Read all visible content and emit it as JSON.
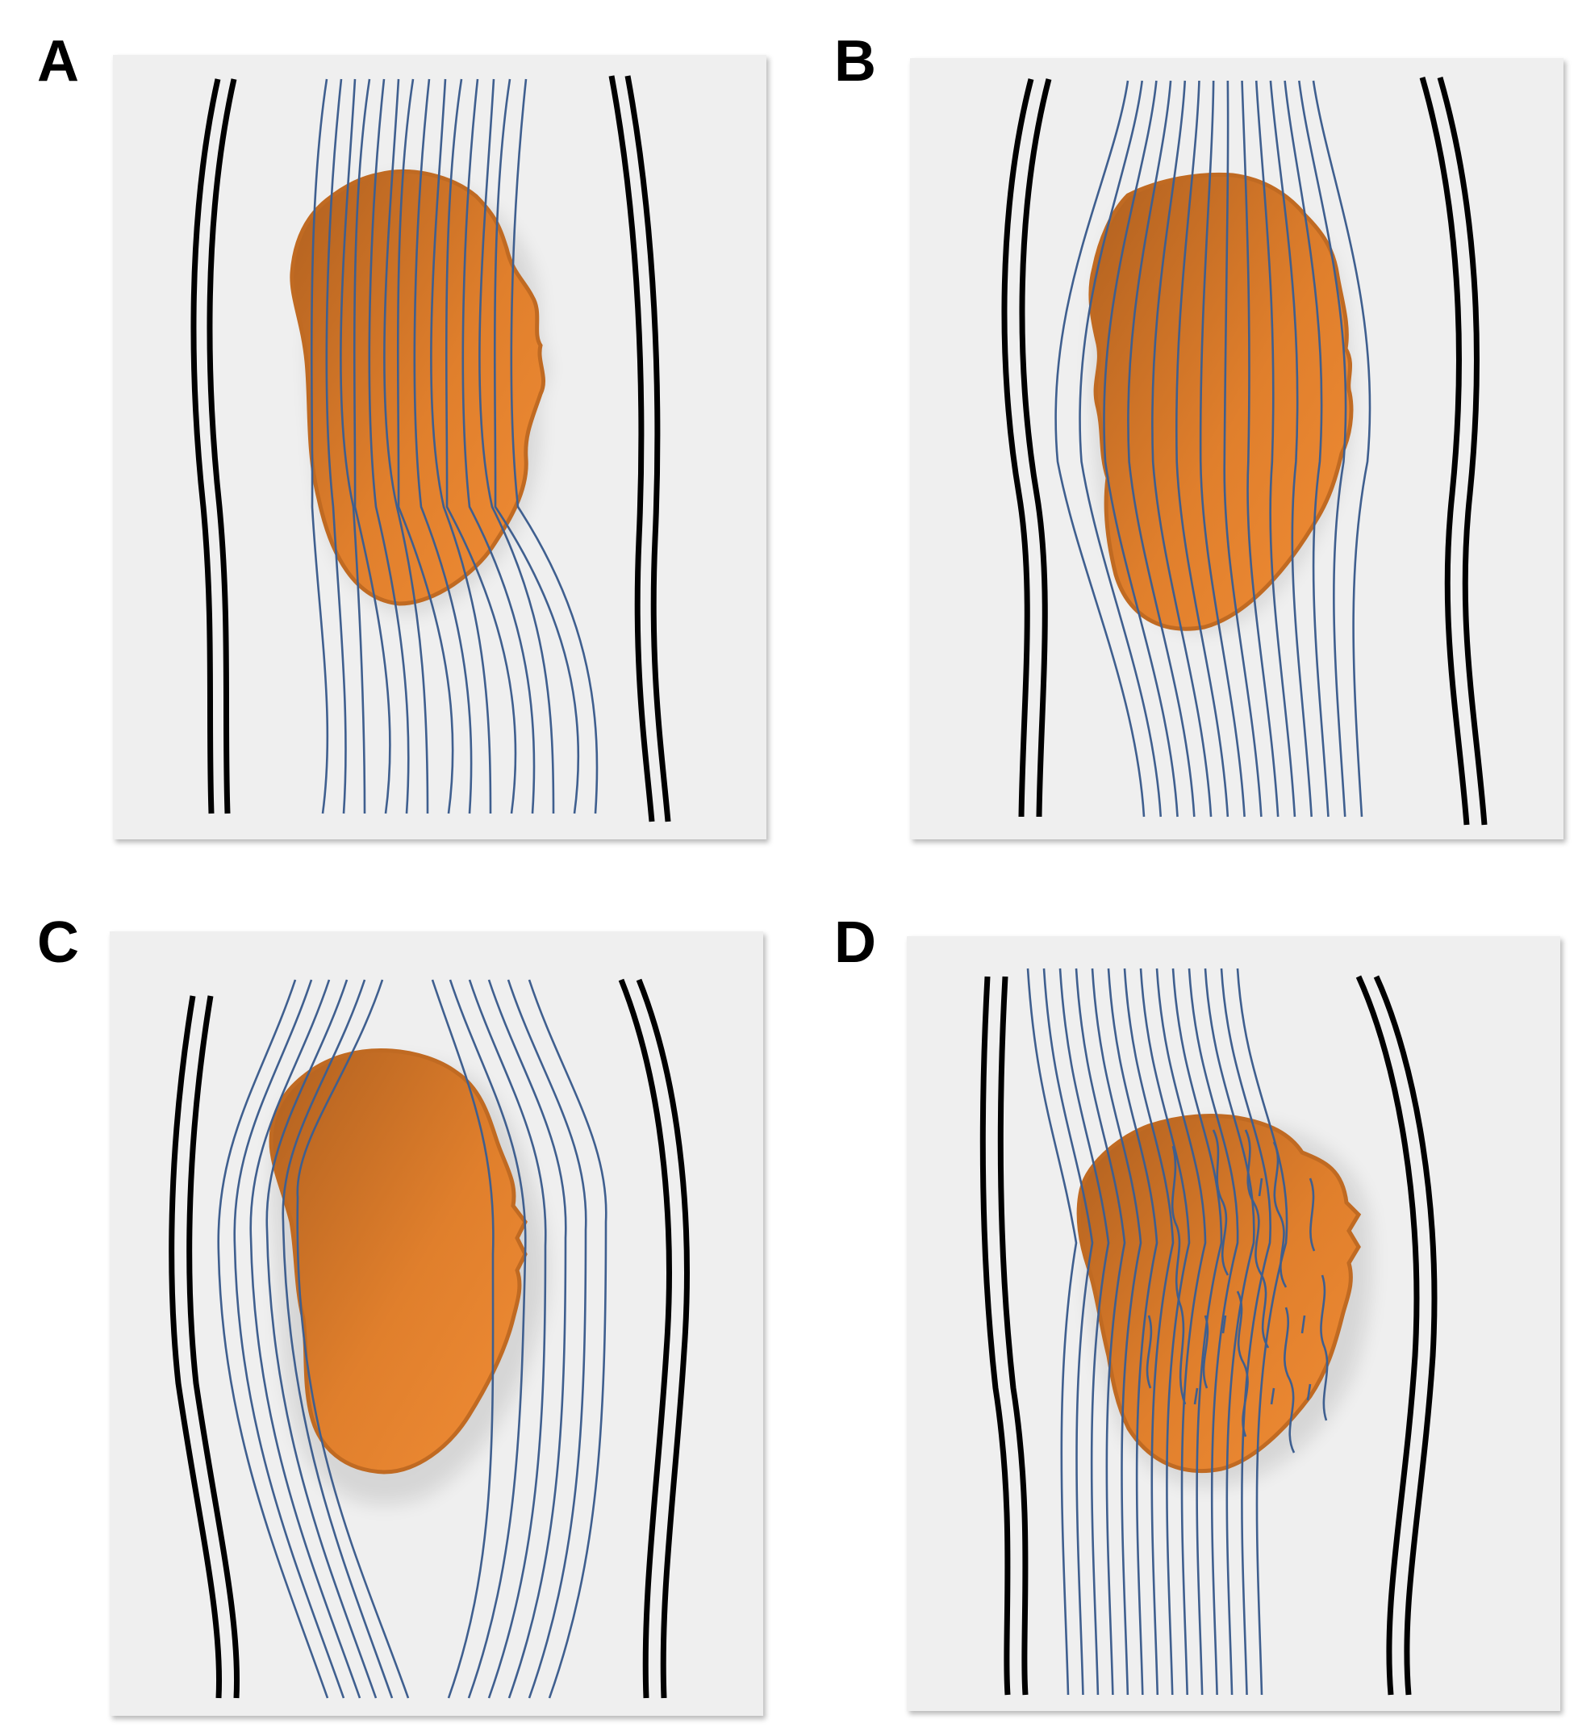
{
  "colors": {
    "background": "#ffffff",
    "panel": "#efefef",
    "fiber": "#3f5f8f",
    "tube_wall": "#000000",
    "mass_fill_dark": "#b0601f",
    "mass_fill_light": "#f08c35",
    "mass_outline": "#c06a22"
  },
  "panels": [
    {
      "id": "A",
      "label": "A",
      "mass_shape": "irregular-oval",
      "fiber_pattern": "fibers-pass-through-mass"
    },
    {
      "id": "B",
      "label": "B",
      "mass_shape": "irregular-oval",
      "fiber_pattern": "fibers-pass-through-and-around-mass"
    },
    {
      "id": "C",
      "label": "C",
      "mass_shape": "irregular-oval",
      "fiber_pattern": "fibers-displaced-around-mass"
    },
    {
      "id": "D",
      "label": "D",
      "mass_shape": "irregular-oval",
      "fiber_pattern": "fibers-disrupted-within-mass"
    }
  ]
}
